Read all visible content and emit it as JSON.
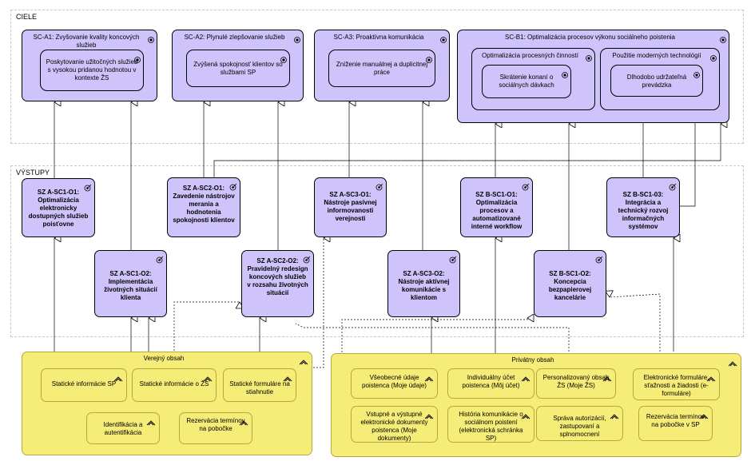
{
  "groups": {
    "ciele": "CIELE",
    "vystupy": "VÝSTUPY"
  },
  "goals": {
    "a1": {
      "title": "SC-A1: Zvyšovanie kvality koncových služieb",
      "inner": "Poskytovanie užitočných služieb s vysokou pridanou hodnotou v kontexte ŽS"
    },
    "a2": {
      "title": "SC-A2: Plynulé zlepšovanie služieb",
      "inner": "Zvýšená spokojnosť klientov so službami SP"
    },
    "a3": {
      "title": "SC-A3: Proaktívna komunikácia",
      "inner": "Zníženie manuálnej a duplicitnej práce"
    },
    "b1": {
      "title": "SC-B1: Optimalizácia procesov výkonu sociálneho poistenia",
      "left_title": "Optimalizácia procesných činností",
      "left_inner": "Skrátenie konaní o sociálnych dávkach",
      "right_title": "Použitie moderných technológií",
      "right_inner": "Dlhodobo udržateľná prevádzka"
    }
  },
  "outputs": {
    "a_sc1_o1": "SZ A-SC1-O1: Optimalizácia elektronicky dostupných služieb poisťovne",
    "a_sc2_o1": "SZ A-SC2-O1: Zavedenie nástrojov merania a hodnotenia spokojnosti klientov",
    "a_sc3_o1": "SZ A-SC3-O1: Nástroje pasívnej informovanosti verejnosti",
    "b_sc1_o1": "SZ B-SC1-O1: Optimalizácia procesov a automatizované interné workflow",
    "b_sc1_o3": "SZ B-SC1-03: Integrácia a technický rozvoj informačných systémov",
    "a_sc1_o2": "SZ A-SC1-O2: Implementácia životných situácií klienta",
    "a_sc2_o2": "SZ A-SC2-O2: Pravidelný redesign koncových služieb v rozsahu životných situácií",
    "a_sc3_o2": "SZ A-SC3-O2: Nástroje aktívnej komunikácie s klientom",
    "b_sc1_o2": "SZ B-SC1-O2: Koncepcia bezpapierovej kancelárie"
  },
  "public": {
    "title": "Verejný obsah",
    "items": [
      "Statické informácie SP",
      "Statické informácie o ŽS",
      "Statické formuláre na stiahnutie",
      "Identifikácia a autentifikácia",
      "Rezervácia termínov na pobočke"
    ]
  },
  "private": {
    "title": "Privátny obsah",
    "items": [
      "Všeobecné údaje poistenca (Moje údaje)",
      "Individuálny účet poistenca (Môj účet)",
      "Personalizovaný obsah ŽS (Moje ŽS)",
      "Elektronické formuláre, sťažnosti a žiadosti (e-formuláre)",
      "Vstupné a výstupné elektronické dokumenty poistenca (Moje dokumenty)",
      "História komunikácie o sociálnom poistení (elektronická schránka SP)",
      "Správa autorizácií, zastupovaní a splnomocnení",
      "Rezervácia termínov na pobočke v SP"
    ]
  },
  "colors": {
    "motivation": "#cfc3fb",
    "application": "#f6ec78"
  },
  "icons": {
    "goal": "goal-icon",
    "deliverable": "deliverable-icon",
    "application": "application-component-icon"
  }
}
